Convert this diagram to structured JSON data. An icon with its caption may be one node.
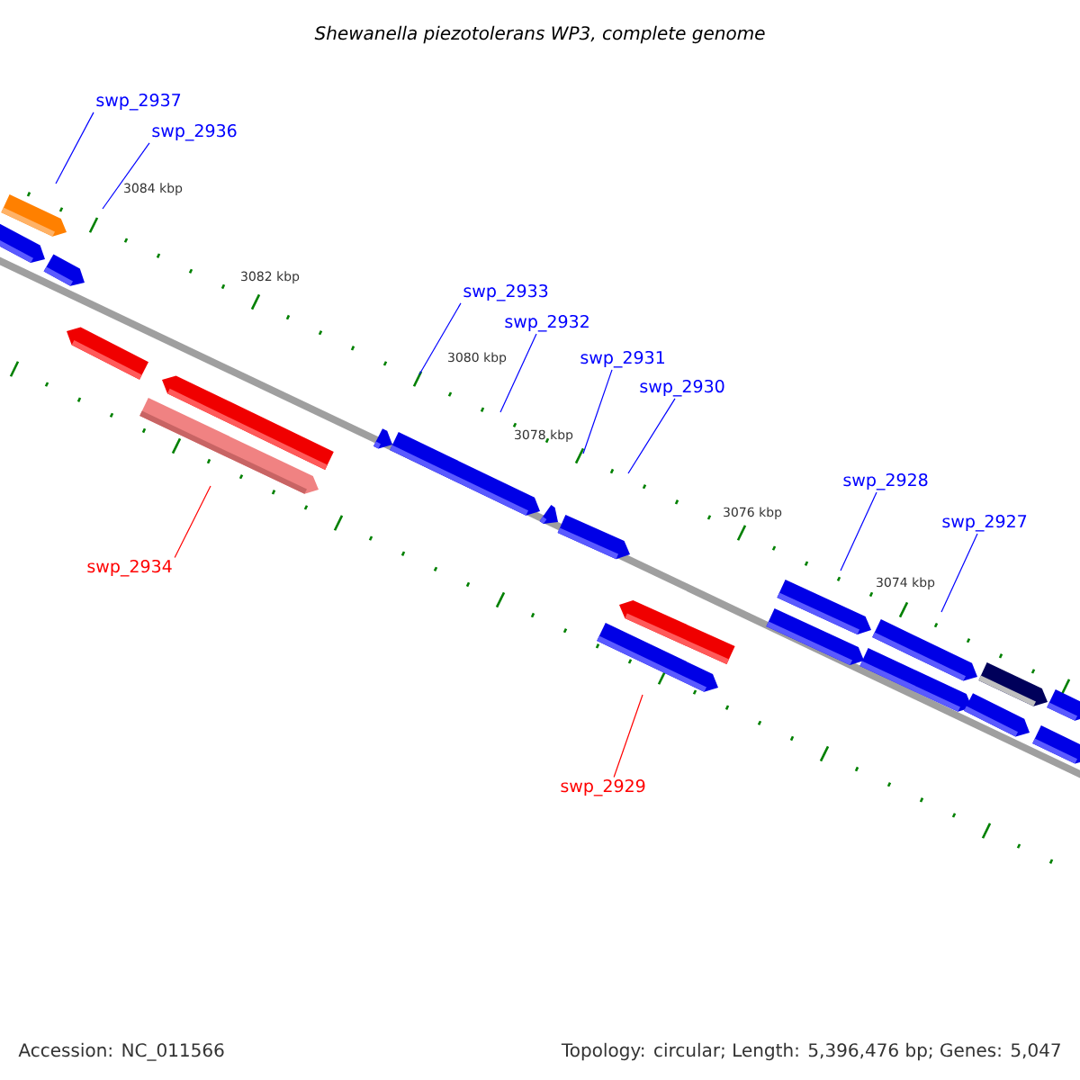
{
  "diagram": {
    "title": "Shewanella piezotolerans WP3, complete genome",
    "nodes": [
      {
        "text": [
          "swp_2937"
        ]
      },
      {
        "text": [
          "swp_2936"
        ]
      },
      {
        "text": [
          "swp_2933"
        ]
      },
      {
        "text": [
          "swp_2932"
        ]
      },
      {
        "text": [
          "swp_2931"
        ]
      },
      {
        "text": [
          "swp_2930"
        ]
      },
      {
        "text": [
          "swp_2928"
        ]
      },
      {
        "text": [
          "swp_2927"
        ]
      },
      {
        "text": [
          "swp_2934"
        ]
      },
      {
        "text": [
          "swp_2929"
        ]
      }
    ],
    "edges": [
      {
        "from": 0,
        "to": null,
        "arrow": "none"
      },
      {
        "from": 1,
        "to": null,
        "arrow": "none"
      },
      {
        "from": 2,
        "to": null,
        "arrow": "none"
      },
      {
        "from": 3,
        "to": null,
        "arrow": "none"
      },
      {
        "from": 4,
        "to": null,
        "arrow": "none"
      },
      {
        "from": 5,
        "to": null,
        "arrow": "none"
      },
      {
        "from": 6,
        "to": null,
        "arrow": "none"
      },
      {
        "from": 7,
        "to": null,
        "arrow": "none"
      },
      {
        "from": 8,
        "to": null,
        "arrow": "none",
        "color": "#ff0000"
      },
      {
        "from": 9,
        "to": null,
        "arrow": "none",
        "color": "#ff0000"
      }
    ],
    "labels": [
      "3084 kbp",
      "3082 kbp",
      "3080 kbp",
      "3078 kbp",
      "3076 kbp",
      "3074 kbp",
      "Accession: NC_011566",
      "Topology: circular; Length: 5,396,476 bp; Genes: 5,047"
    ]
  }
}
